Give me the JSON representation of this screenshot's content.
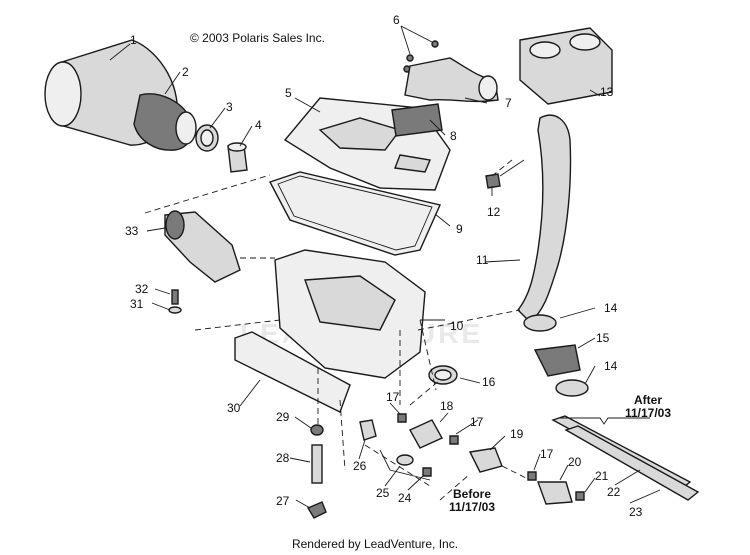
{
  "copyright": "© 2003 Polaris Sales Inc.",
  "watermark": "LEADVENTURE",
  "footer": "Rendered by LeadVenture, Inc.",
  "notes": {
    "after_line1": "After",
    "after_line2": "11/17/03",
    "before_line1": "Before",
    "before_line2": "11/17/03"
  },
  "callouts": [
    "1",
    "2",
    "3",
    "4",
    "5",
    "6",
    "7",
    "8",
    "9",
    "10",
    "11",
    "12",
    "13",
    "14",
    "14",
    "15",
    "16",
    "17",
    "17",
    "17",
    "18",
    "19",
    "20",
    "21",
    "22",
    "23",
    "24",
    "25",
    "26",
    "27",
    "28",
    "29",
    "30",
    "31",
    "32",
    "33"
  ]
}
